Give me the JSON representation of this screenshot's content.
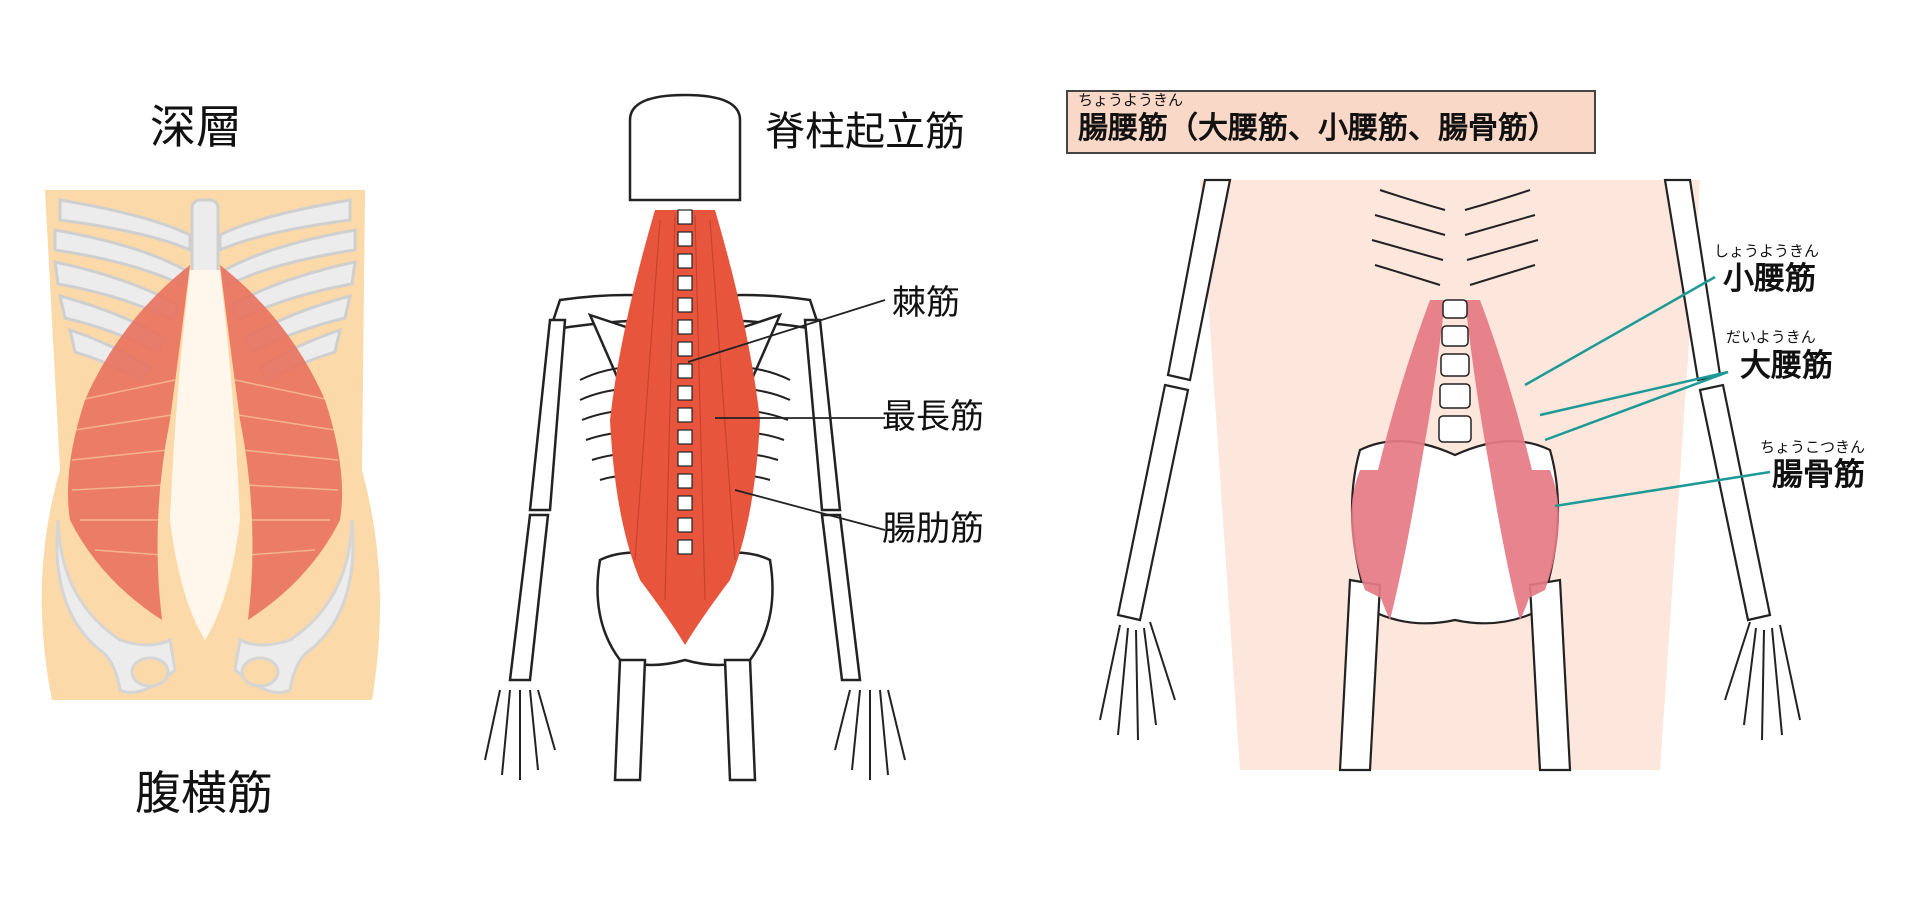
{
  "panel_left": {
    "label_top": "深層",
    "label_bottom": "腹横筋"
  },
  "panel_middle": {
    "title": "脊柱起立筋",
    "callouts": [
      "棘筋",
      "最長筋",
      "腸肋筋"
    ]
  },
  "panel_right": {
    "title": "腸腰筋（大腰筋、小腰筋、腸骨筋）",
    "title_ruby": "ちょうようきん",
    "callouts": [
      {
        "label": "小腰筋",
        "ruby": "しょうようきん"
      },
      {
        "label": "大腰筋",
        "ruby": "だいようきん"
      },
      {
        "label": "腸骨筋",
        "ruby": "ちょうこつきん"
      }
    ]
  },
  "colors": {
    "skin_left": "#fbd9a8",
    "skin_right": "#fde6dc",
    "muscle_red": "#e8553d",
    "muscle_pink": "#e67a85",
    "bone": "#ffffff",
    "bone_outline": "#222222",
    "pointer_teal": "#1e9a96",
    "title_box": "#fad8c8"
  }
}
